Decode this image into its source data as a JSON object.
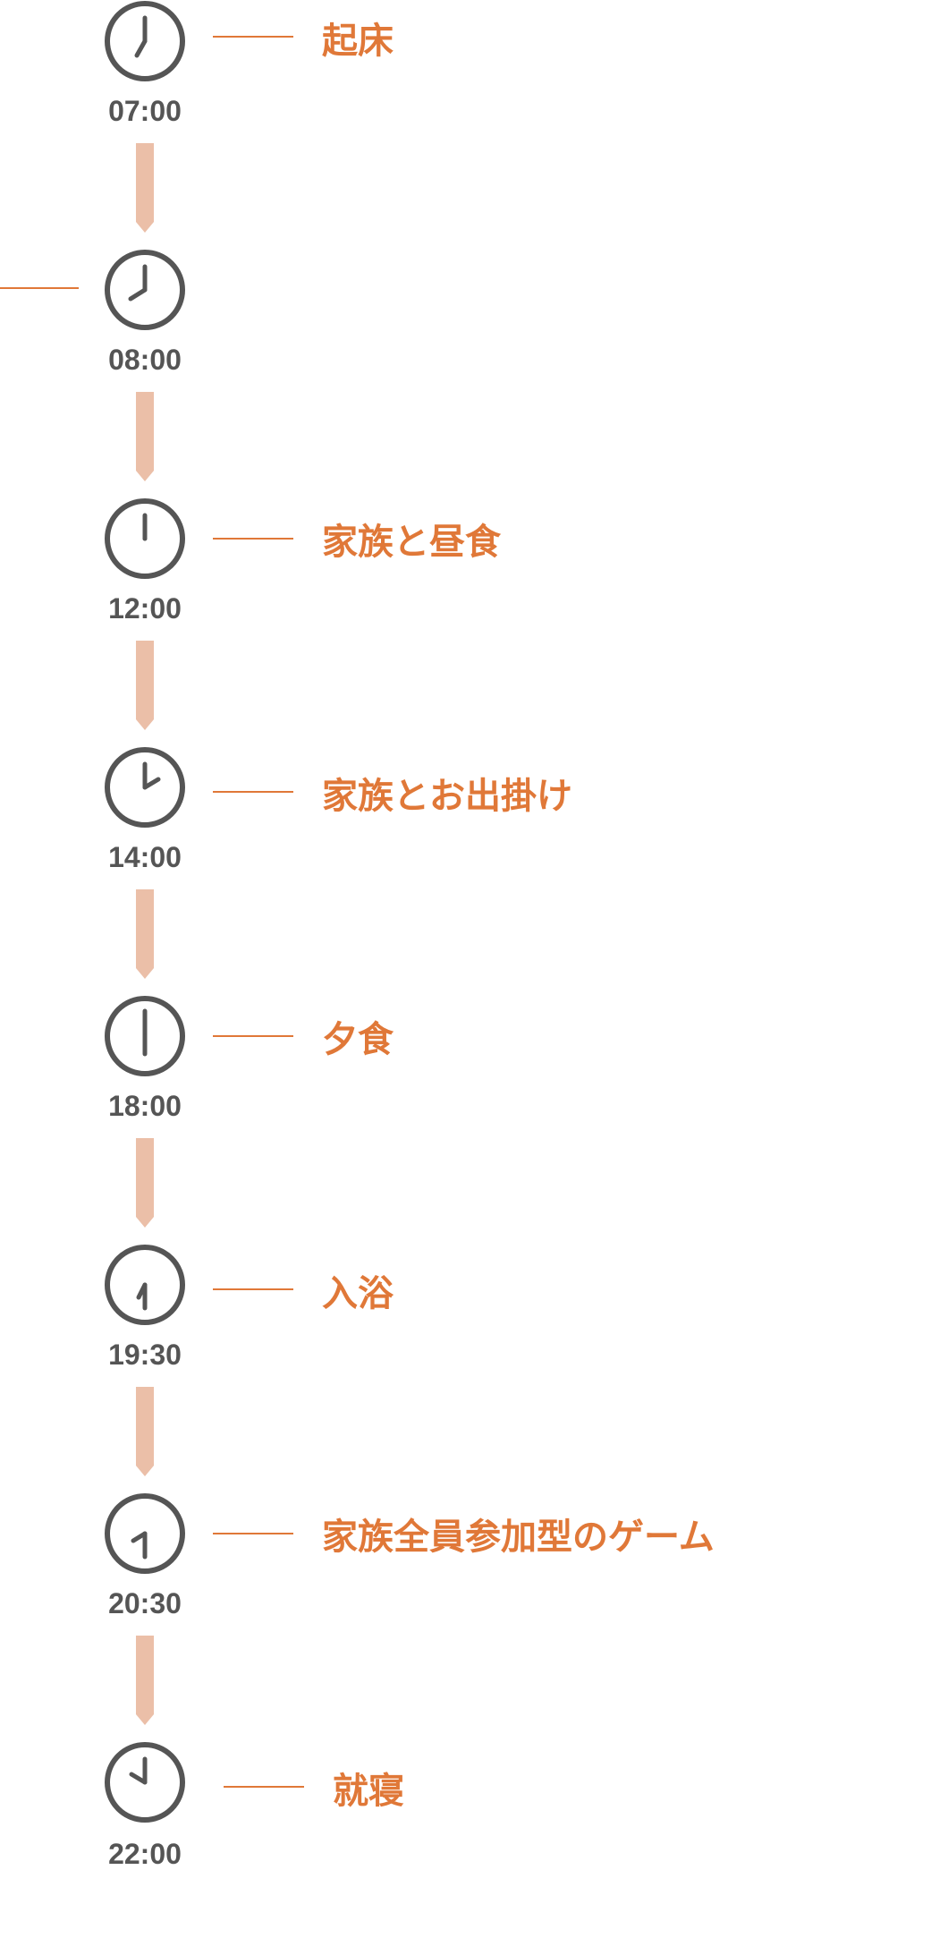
{
  "colors": {
    "accent": "#e07838",
    "arrow": "#ebbfa8",
    "clock": "#555555"
  },
  "schedule": [
    {
      "time": "07:00",
      "activity": "起床",
      "clock_icon": "clock-7-icon"
    },
    {
      "time": "08:00",
      "activity": "",
      "clock_icon": "clock-8-icon"
    },
    {
      "time": "12:00",
      "activity": "家族と昼食",
      "clock_icon": "clock-12-icon"
    },
    {
      "time": "14:00",
      "activity": "家族とお出掛け",
      "clock_icon": "clock-2-icon"
    },
    {
      "time": "18:00",
      "activity": "夕食",
      "clock_icon": "clock-6-icon"
    },
    {
      "time": "19:30",
      "activity": "入浴",
      "clock_icon": "clock-7-30-icon"
    },
    {
      "time": "20:30",
      "activity": "家族全員参加型のゲーム",
      "clock_icon": "clock-8-30-icon"
    },
    {
      "time": "22:00",
      "activity": "就寝",
      "clock_icon": "clock-10-icon"
    }
  ]
}
